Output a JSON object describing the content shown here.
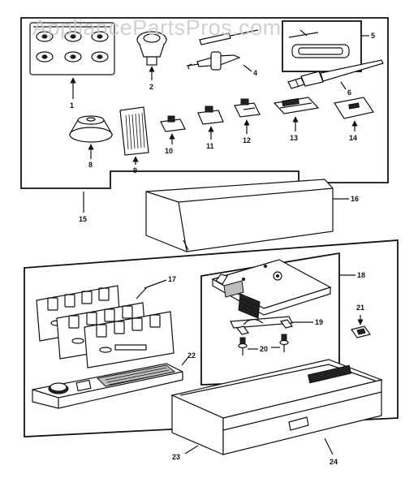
{
  "watermark": "AppliancePartsPros.com",
  "callouts": {
    "p1": "1",
    "p2": "2",
    "p4": "4",
    "p5": "5",
    "p6": "6",
    "p8": "8",
    "p9": "9",
    "p10": "10",
    "p11": "11",
    "p12": "12",
    "p13": "13",
    "p14": "14",
    "p15": "15",
    "p16": "16",
    "p17": "17",
    "p18": "18",
    "p19": "19",
    "p20": "20",
    "p21": "21",
    "p22": "22",
    "p23": "23",
    "p24": "24"
  }
}
